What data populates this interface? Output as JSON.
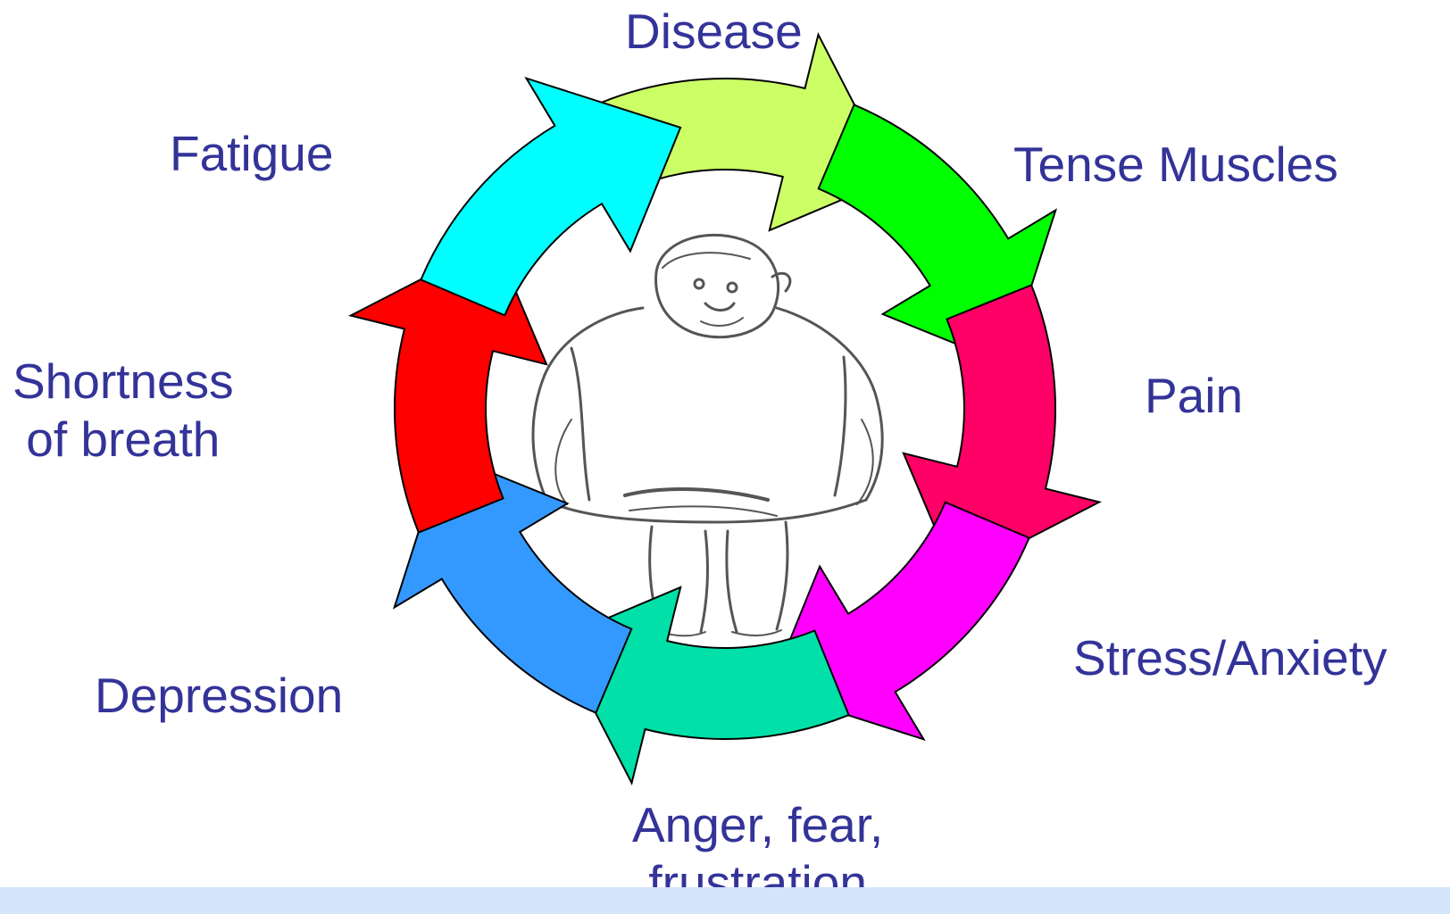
{
  "cycle": {
    "steps": [
      {
        "id": "disease",
        "lines": [
          "Disease"
        ],
        "color": "#ccff66"
      },
      {
        "id": "tense-muscles",
        "lines": [
          "Tense Muscles"
        ],
        "color": "#00ff00"
      },
      {
        "id": "pain",
        "lines": [
          "Pain"
        ],
        "color": "#ff0066"
      },
      {
        "id": "stress-anxiety",
        "lines": [
          "Stress/Anxiety"
        ],
        "color": "#ff00ff"
      },
      {
        "id": "anger-fear-frustration",
        "lines": [
          "Anger, fear,",
          "frustration"
        ],
        "color": "#00e0a8"
      },
      {
        "id": "depression",
        "lines": [
          "Depression"
        ],
        "color": "#3399ff"
      },
      {
        "id": "shortness-of-breath",
        "lines": [
          "Shortness",
          "of breath"
        ],
        "color": "#ff0000"
      },
      {
        "id": "fatigue",
        "lines": [
          "Fatigue"
        ],
        "color": "#00ffff"
      }
    ],
    "center_image": "sketch of a tired overweight person",
    "text_color": "#333399",
    "footer_color": "#d3e4fb"
  }
}
